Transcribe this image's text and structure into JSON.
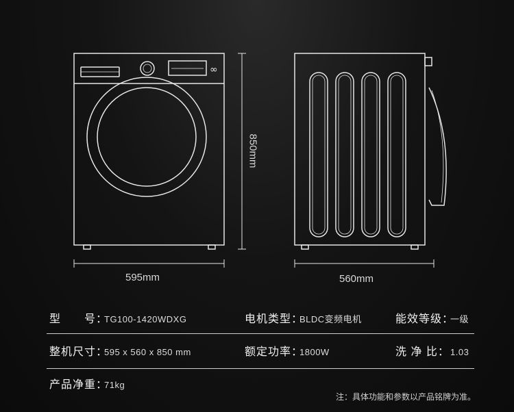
{
  "dimensions": {
    "width": "595mm",
    "height": "850mm",
    "depth": "560mm"
  },
  "specs": {
    "row1": [
      {
        "key": "型　　号：",
        "value": "TG100-1420WDXG"
      },
      {
        "key": "电机类型：",
        "value": "BLDC变频电机"
      },
      {
        "key": "能效等级：",
        "value": "一级"
      }
    ],
    "row2": [
      {
        "key": "整机尺寸：",
        "value": "595 x 560 x 850 mm"
      },
      {
        "key": "额定功率：",
        "value": "1800W"
      },
      {
        "key": "洗 净 比：",
        "value": "1.03"
      }
    ],
    "row3": [
      {
        "key": "产品净重：",
        "value": "71kg"
      }
    ]
  },
  "note": "注：具体功能和参数以产品铭牌为准。",
  "colors": {
    "background": "#0d0d0d",
    "line": "#e8e8e8"
  }
}
